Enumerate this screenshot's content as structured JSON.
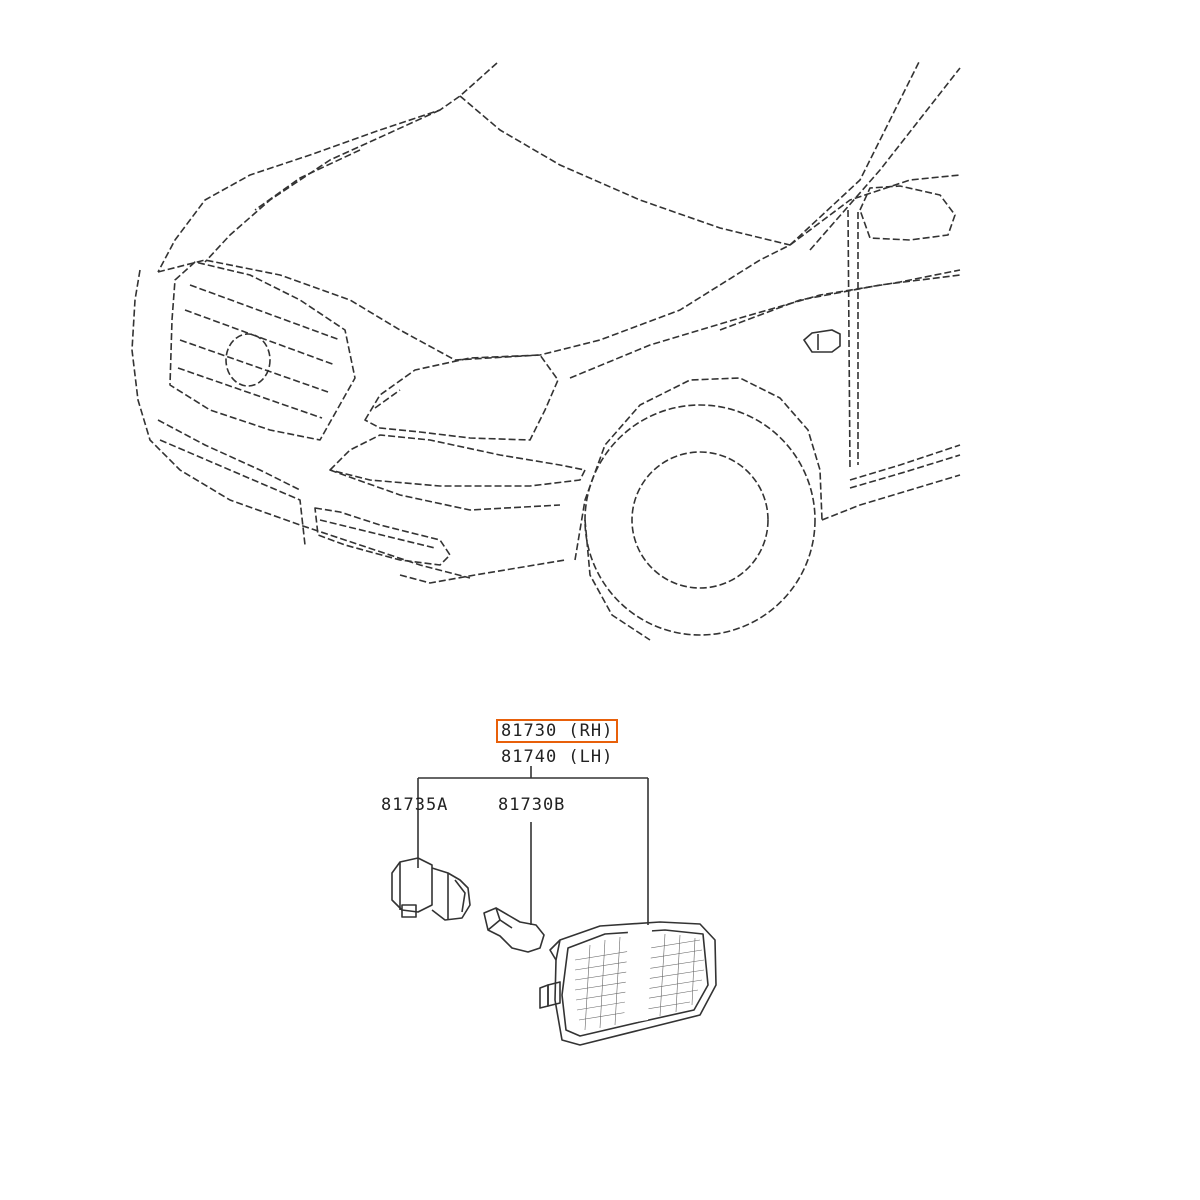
{
  "parts": {
    "assembly_rh": "81730 (RH)",
    "assembly_lh": "81740 (LH)",
    "socket": "81735A",
    "bulb": "81730B"
  },
  "highlight": {
    "target": "assembly_rh",
    "color": "#e8600a"
  },
  "icons": [
    "car-front-illustration",
    "side-marker-lamp-icon",
    "bulb-socket-icon",
    "wedge-bulb-icon"
  ]
}
